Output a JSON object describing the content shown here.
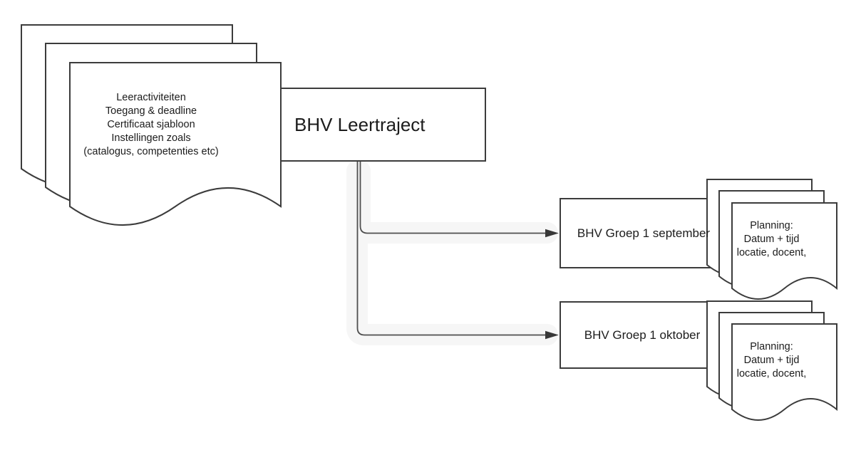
{
  "diagram": {
    "config_stack": {
      "lines": [
        "Leeractiviteiten",
        "Toegang & deadline",
        "Certificaat sjabloon",
        "Instellingen zoals",
        "(catalogus, competenties etc)"
      ]
    },
    "main_node": {
      "label": "BHV Leertraject"
    },
    "groups": [
      {
        "label": "BHV Groep 1 september",
        "planning": {
          "lines": [
            "Planning:",
            "Datum + tijd",
            "locatie, docent,"
          ]
        }
      },
      {
        "label": "BHV Groep 1 oktober",
        "planning": {
          "lines": [
            "Planning:",
            "Datum + tijd",
            "locatie, docent,"
          ]
        }
      }
    ],
    "colors": {
      "background": "#ffffff",
      "shape_border": "#3c3c3c",
      "connector": "#4f4f4f",
      "connector_shadow": "#f6f6f6",
      "text": "#1c1c1c"
    }
  }
}
